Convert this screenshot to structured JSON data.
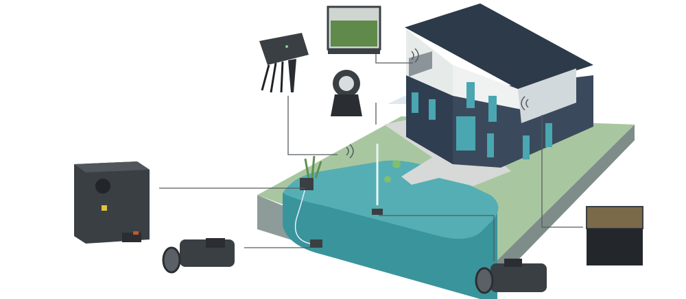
{
  "colors": {
    "background": "#ffffff",
    "grass": "#a8c7a0",
    "slab_side": "#8e9c99",
    "pond_water": "#55aeb4",
    "pond_deep": "#3a949c",
    "roof": "#2c3a4a",
    "wall_light": "#e6eae8",
    "wall_dark": "#2f3e50",
    "window": "#4aa6b0",
    "deck": "#d6d9d7",
    "device": "#3a3f44",
    "callout_line": "#555a5e"
  },
  "devices": [
    {
      "id": "pond-filter",
      "icon": "filter-box-icon"
    },
    {
      "id": "pump-left",
      "icon": "pump-icon"
    },
    {
      "id": "pump-right",
      "icon": "pump-icon"
    },
    {
      "id": "controller",
      "icon": "control-box-icon"
    },
    {
      "id": "spotlight",
      "icon": "spotlight-icon"
    },
    {
      "id": "terrarium",
      "icon": "terrarium-icon"
    },
    {
      "id": "aquarium",
      "icon": "aquarium-icon"
    }
  ]
}
